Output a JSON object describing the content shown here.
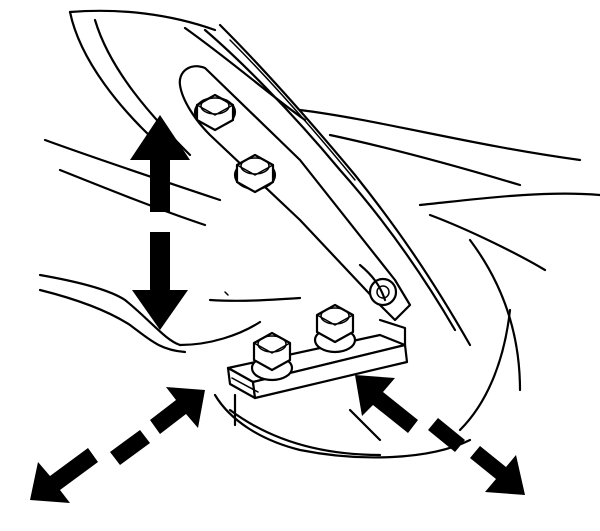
{
  "illustration": {
    "subject": "hinge-bracket-bolts",
    "ink_color": "#000000",
    "background_color": "#ffffff",
    "bolt_count": 4,
    "arrows": [
      {
        "name": "vertical-double-arrow",
        "directions": [
          "up",
          "down"
        ]
      },
      {
        "name": "diagonal-arrow-lower-left",
        "directions": [
          "up-right",
          "down-left"
        ]
      },
      {
        "name": "diagonal-arrow-lower-right",
        "directions": [
          "up-left",
          "down-right"
        ]
      }
    ]
  }
}
